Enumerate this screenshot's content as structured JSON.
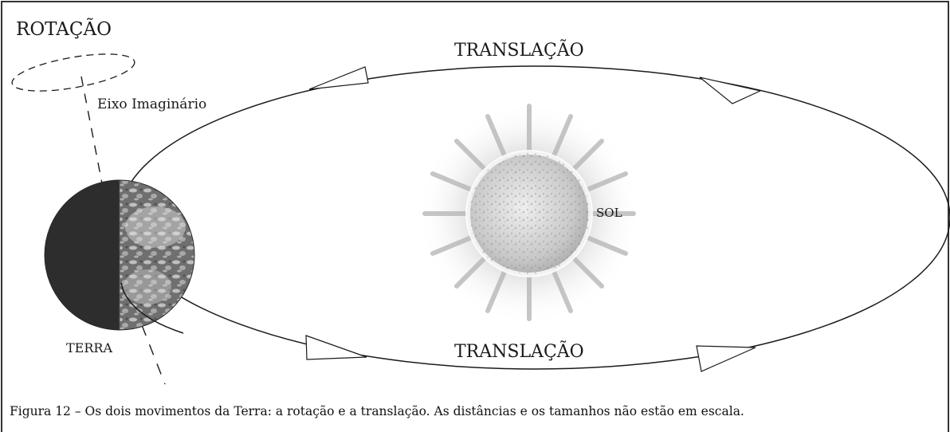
{
  "labels": {
    "rotation_title": "ROTAÇÃO",
    "axis": "Eixo Imaginário",
    "translation_top": "TRANSLAÇÃO",
    "translation_bottom": "TRANSLAÇÃO",
    "sun": "SOL",
    "earth": "TERRA"
  },
  "caption": "Figura 12 – Os dois movimentos da Terra: a rotação e a translação. As distâncias e os tamanhos não estão em escala.",
  "colors": {
    "stroke": "#1a1a1a",
    "sun_core": "#e4e4e4",
    "sun_rays": "#bdbdbd",
    "earth_night": "#2f2f2f",
    "earth_day": "#8c8c8c"
  }
}
